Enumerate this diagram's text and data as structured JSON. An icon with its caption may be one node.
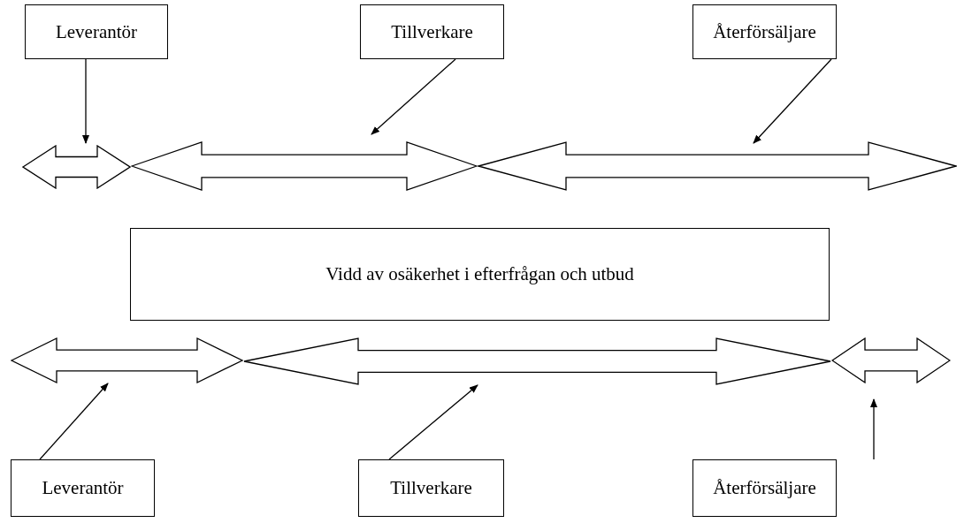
{
  "diagram": {
    "nodes": [
      {
        "text": [
          "Leverantör"
        ]
      },
      {
        "text": [
          "Tillverkare"
        ]
      },
      {
        "text": [
          "Återförsäljare"
        ]
      },
      {
        "text": [],
        "shape": "arrow"
      },
      {
        "text": [],
        "shape": "arrow"
      },
      {
        "text": [],
        "shape": "arrow"
      },
      {
        "text": [
          "Vidd av osäkerhet i efterfrågan och utbud"
        ]
      },
      {
        "text": [],
        "shape": "arrow"
      },
      {
        "text": [],
        "shape": "arrow"
      },
      {
        "text": [],
        "shape": "arrow"
      },
      {
        "text": [
          "Leverantör"
        ]
      },
      {
        "text": [
          "Tillverkare"
        ]
      },
      {
        "text": [
          "Återförsäljare"
        ]
      }
    ],
    "edges": [
      {
        "from": 0,
        "to": 3,
        "arrow": "to"
      },
      {
        "from": 1,
        "to": 4,
        "arrow": "to"
      },
      {
        "from": 2,
        "to": 5,
        "arrow": "to"
      },
      {
        "from": 10,
        "to": 7,
        "arrow": "to"
      },
      {
        "from": 11,
        "to": 8,
        "arrow": "to"
      },
      {
        "from": 12,
        "to": 9,
        "arrow": "to"
      }
    ]
  }
}
